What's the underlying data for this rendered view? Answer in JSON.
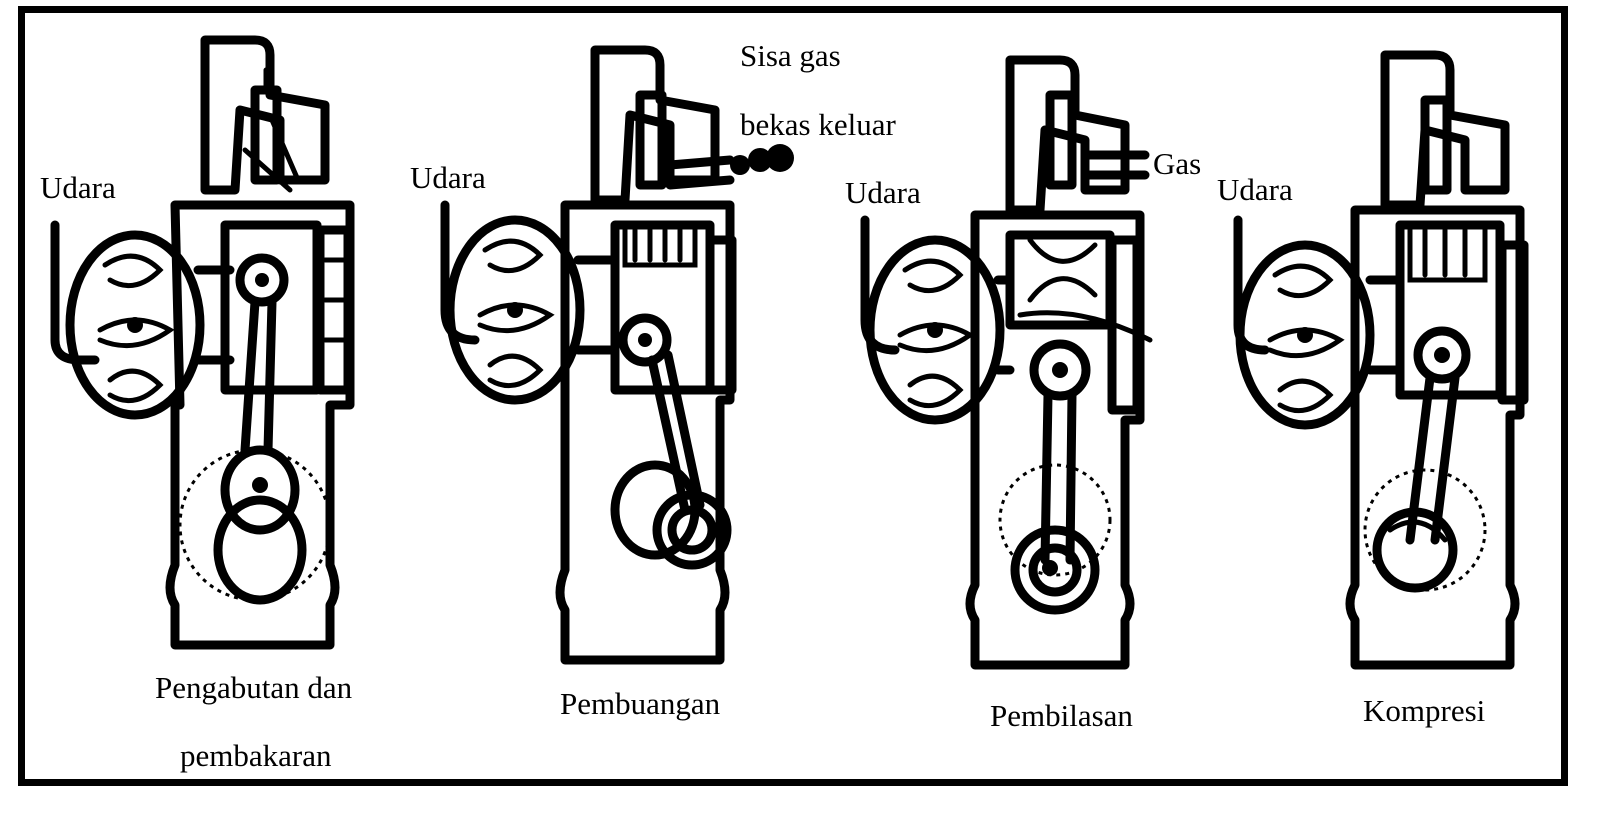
{
  "panels": [
    {
      "air_label": "Udara",
      "caption_line1": "Pengabutan dan",
      "caption_line2": "pembakaran"
    },
    {
      "air_label": "Udara",
      "caption_line1": "Pembuangan",
      "exhaust_line1": "Sisa gas",
      "exhaust_line2": "bekas keluar"
    },
    {
      "air_label": "Udara",
      "caption_line1": "Pembilasan",
      "gas_label": "Gas"
    },
    {
      "air_label": "Udara",
      "caption_line1": "Kompresi"
    }
  ],
  "colors": {
    "ink": "#000000",
    "background": "#ffffff"
  }
}
